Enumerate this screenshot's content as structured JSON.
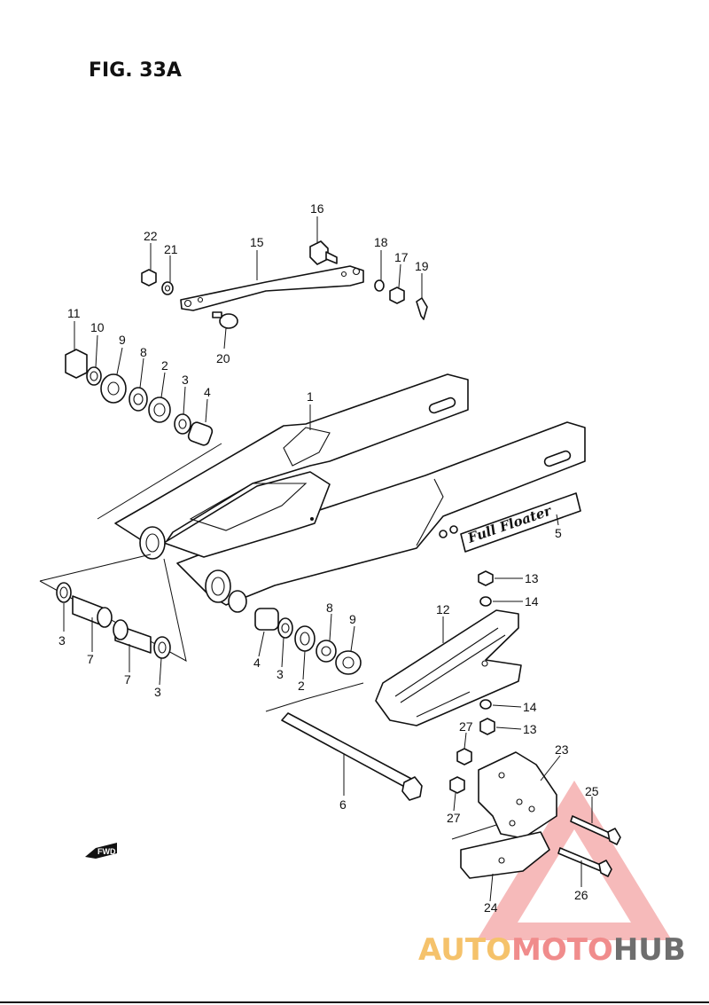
{
  "figure": {
    "title": "FIG. 33A"
  },
  "decal_text": "Full Floater",
  "fwd_label": "FWD",
  "watermark": {
    "part1": "AUTO",
    "part2": "MOTO",
    "part3": "HUB",
    "color1": "#F5C26B",
    "color2": "#F08C8C",
    "color3": "#6E6E6E"
  },
  "callouts": [
    {
      "id": "c16",
      "label": "16"
    },
    {
      "id": "c22",
      "label": "22"
    },
    {
      "id": "c21",
      "label": "21"
    },
    {
      "id": "c15",
      "label": "15"
    },
    {
      "id": "c18",
      "label": "18"
    },
    {
      "id": "c17",
      "label": "17"
    },
    {
      "id": "c19",
      "label": "19"
    },
    {
      "id": "c20",
      "label": "20"
    },
    {
      "id": "c11",
      "label": "11"
    },
    {
      "id": "c10",
      "label": "10"
    },
    {
      "id": "c9a",
      "label": "9"
    },
    {
      "id": "c8a",
      "label": "8"
    },
    {
      "id": "c2a",
      "label": "2"
    },
    {
      "id": "c3a",
      "label": "3"
    },
    {
      "id": "c4a",
      "label": "4"
    },
    {
      "id": "c1",
      "label": "1"
    },
    {
      "id": "c5",
      "label": "5"
    },
    {
      "id": "c13a",
      "label": "13"
    },
    {
      "id": "c14a",
      "label": "14"
    },
    {
      "id": "c12",
      "label": "12"
    },
    {
      "id": "c3b",
      "label": "3"
    },
    {
      "id": "c7a",
      "label": "7"
    },
    {
      "id": "c7b",
      "label": "7"
    },
    {
      "id": "c3c",
      "label": "3"
    },
    {
      "id": "c4b",
      "label": "4"
    },
    {
      "id": "c3d",
      "label": "3"
    },
    {
      "id": "c2b",
      "label": "2"
    },
    {
      "id": "c8b",
      "label": "8"
    },
    {
      "id": "c9b",
      "label": "9"
    },
    {
      "id": "c14b",
      "label": "14"
    },
    {
      "id": "c13b",
      "label": "13"
    },
    {
      "id": "c27a",
      "label": "27"
    },
    {
      "id": "c23",
      "label": "23"
    },
    {
      "id": "c6",
      "label": "6"
    },
    {
      "id": "c27b",
      "label": "27"
    },
    {
      "id": "c25",
      "label": "25"
    },
    {
      "id": "c26",
      "label": "26"
    },
    {
      "id": "c24",
      "label": "24"
    }
  ]
}
